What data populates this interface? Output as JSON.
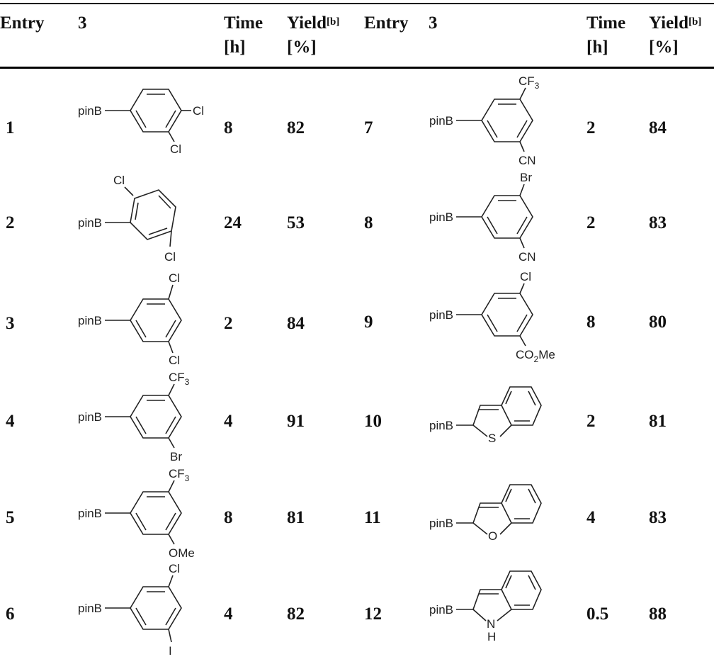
{
  "table": {
    "headers": {
      "entry": "Entry",
      "compound": "3",
      "time": [
        "Time",
        "[h]"
      ],
      "yield": [
        "Yield",
        "[b]",
        "[%]"
      ]
    },
    "rows": [
      {
        "entry": "1",
        "time": "8",
        "yield": "82",
        "labels": [
          "pinB",
          "Cl",
          "Cl"
        ]
      },
      {
        "entry": "2",
        "time": "24",
        "yield": "53",
        "labels": [
          "pinB",
          "Cl",
          "Cl"
        ]
      },
      {
        "entry": "3",
        "time": "2",
        "yield": "84",
        "labels": [
          "pinB",
          "Cl",
          "Cl"
        ]
      },
      {
        "entry": "4",
        "time": "4",
        "yield": "91",
        "labels": [
          "pinB",
          "CF",
          "3",
          "Br"
        ]
      },
      {
        "entry": "5",
        "time": "8",
        "yield": "81",
        "labels": [
          "pinB",
          "CF",
          "3",
          "OMe"
        ]
      },
      {
        "entry": "6",
        "time": "4",
        "yield": "82",
        "labels": [
          "pinB",
          "Cl",
          "I"
        ]
      },
      {
        "entry": "7",
        "time": "2",
        "yield": "84",
        "labels": [
          "pinB",
          "CF",
          "3",
          "CN"
        ]
      },
      {
        "entry": "8",
        "time": "2",
        "yield": "83",
        "labels": [
          "pinB",
          "Br",
          "CN"
        ]
      },
      {
        "entry": "9",
        "time": "8",
        "yield": "80",
        "labels": [
          "pinB",
          "Cl",
          "CO",
          "2",
          "Me"
        ]
      },
      {
        "entry": "10",
        "time": "2",
        "yield": "81",
        "labels": [
          "pinB",
          "S"
        ]
      },
      {
        "entry": "11",
        "time": "4",
        "yield": "83",
        "labels": [
          "pinB",
          "O"
        ]
      },
      {
        "entry": "12",
        "time": "0.5",
        "yield": "88",
        "labels": [
          "pinB",
          "N",
          "H"
        ]
      }
    ]
  }
}
